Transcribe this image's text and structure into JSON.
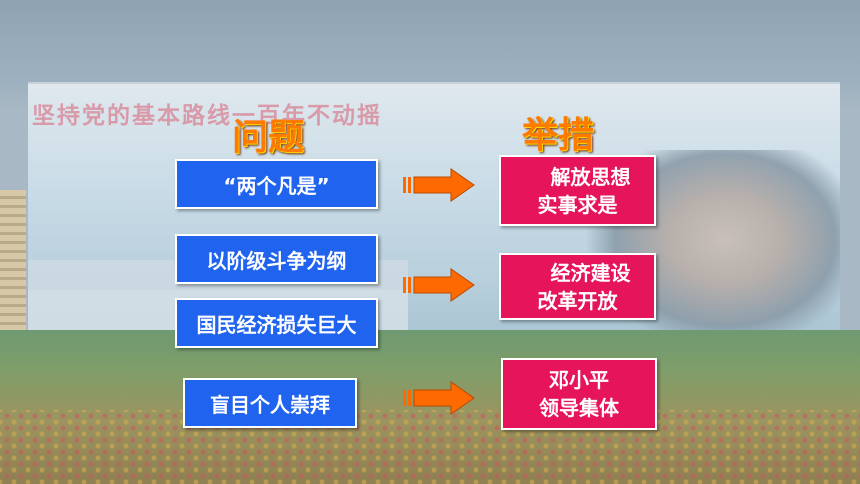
{
  "background": {
    "slogan": "坚持党的基本路线一百年不动摇"
  },
  "headings": {
    "problems": "问题",
    "measures": "举措"
  },
  "problems": [
    "“两个凡是”",
    "以阶级斗争为纲",
    "国民经济损失巨大",
    "盲目个人崇拜"
  ],
  "measures": [
    {
      "line1": "解放思想",
      "line2": "实事求是"
    },
    {
      "line1": "经济建设",
      "line2": "改革开放"
    },
    {
      "line1": "邓小平",
      "line2": "领导集体"
    }
  ],
  "colors": {
    "problem_box": "#1f63ef",
    "measure_box": "#e6145a",
    "arrow": "#ff6a00",
    "heading": "#ff7a00"
  }
}
